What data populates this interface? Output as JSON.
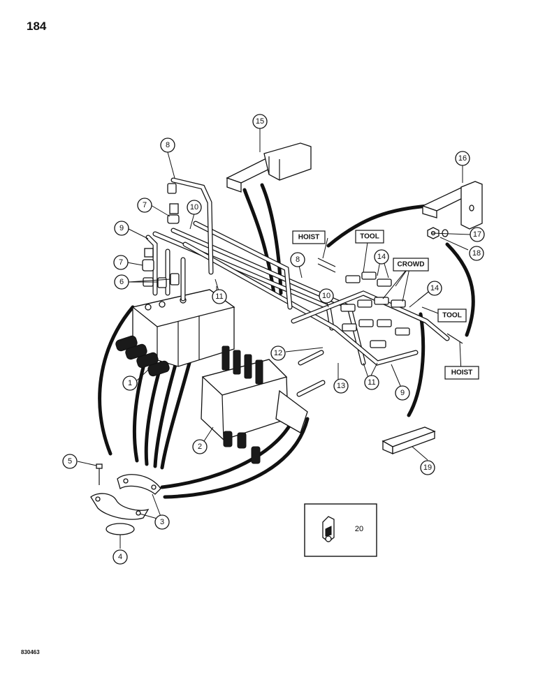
{
  "page": {
    "number": "184",
    "figure_code": "830463"
  },
  "tags": {
    "hoist_top": "HOIST",
    "tool_top": "TOOL",
    "crowd": "CROWD",
    "tool_right": "TOOL",
    "hoist_bottom": "HOIST"
  },
  "callouts": {
    "c1": "1",
    "c2": "2",
    "c3": "3",
    "c4": "4",
    "c5": "5",
    "c6": "6",
    "c7a": "7",
    "c7b": "7",
    "c8a": "8",
    "c8b": "8",
    "c9a": "9",
    "c9b": "9",
    "c10a": "10",
    "c10b": "10",
    "c11a": "11",
    "c11b": "11",
    "c12": "12",
    "c13": "13",
    "c14a": "14",
    "c14b": "14",
    "c15": "15",
    "c16": "16",
    "c17": "17",
    "c18": "18",
    "c19": "19"
  },
  "inset": {
    "label": "20"
  }
}
